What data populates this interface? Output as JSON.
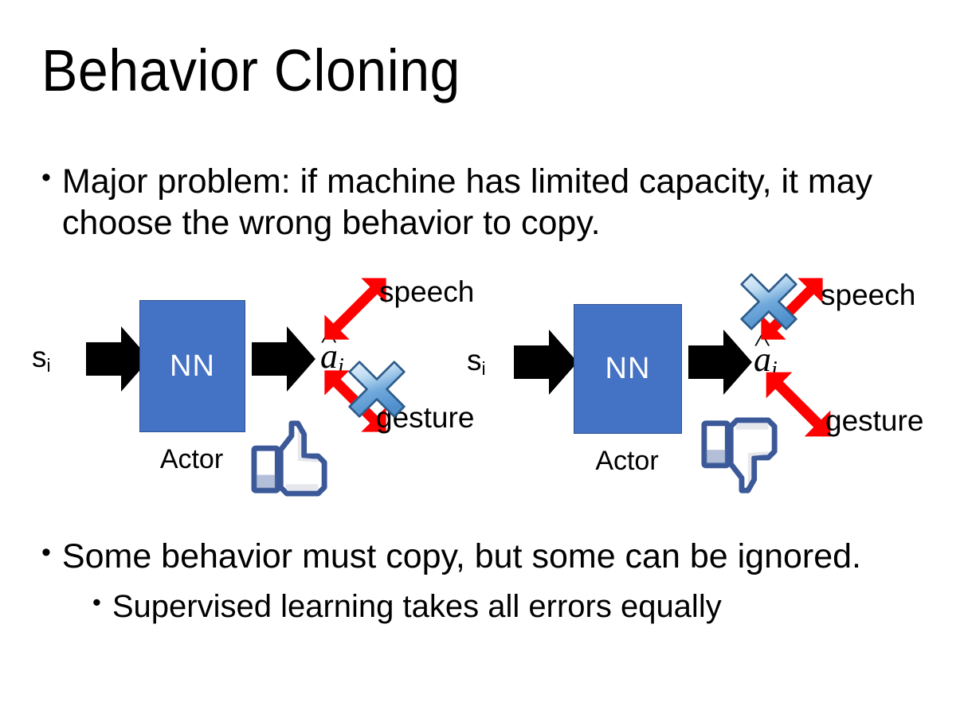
{
  "slide": {
    "title": "Behavior Cloning",
    "background_color": "#FFFFFF",
    "bullets": [
      {
        "marker": "•",
        "text": "Major problem: if machine has limited capacity, it may choose the wrong behavior to copy.",
        "level": 1
      },
      {
        "marker": "•",
        "text": "Some behavior must copy, but some can be ignored.",
        "level": 1
      },
      {
        "marker": "•",
        "text": "Supervised learning takes all errors equally",
        "level": 2
      }
    ]
  },
  "colors": {
    "nn_box_fill": "#4472C4",
    "nn_box_border": "#2E528F",
    "nn_box_text": "#FFFFFF",
    "arrow_black": "#000000",
    "branch_arrow_red": "#FF0000",
    "cross_blue_light": "#DCEAF7",
    "cross_blue_mid": "#5B9BD5",
    "cross_blue_outline": "#2E5C8A",
    "thumb_outline": "#3B5998",
    "thumb_fill": "#FFFFFF",
    "thumb_cuff": "#4A62A5",
    "text_black": "#000000"
  },
  "diagrams": [
    {
      "id": "left",
      "input_label": "s",
      "input_subscript": "i",
      "network_label": "NN",
      "network_caption": "Actor",
      "output_label": "a",
      "output_subscript": "i",
      "output_has_hat": true,
      "branches": [
        {
          "name": "speech",
          "direction": "up-right",
          "crossed_out": false
        },
        {
          "name": "gesture",
          "direction": "down-right",
          "crossed_out": true
        }
      ],
      "feedback_icon": "thumbs-up-icon",
      "feedback_sentiment": "positive"
    },
    {
      "id": "right",
      "input_label": "s",
      "input_subscript": "i",
      "network_label": "NN",
      "network_caption": "Actor",
      "output_label": "a",
      "output_subscript": "i",
      "output_has_hat": true,
      "branches": [
        {
          "name": "speech",
          "direction": "up-right",
          "crossed_out": true
        },
        {
          "name": "gesture",
          "direction": "down-right",
          "crossed_out": false
        }
      ],
      "feedback_icon": "thumbs-down-icon",
      "feedback_sentiment": "negative"
    }
  ]
}
